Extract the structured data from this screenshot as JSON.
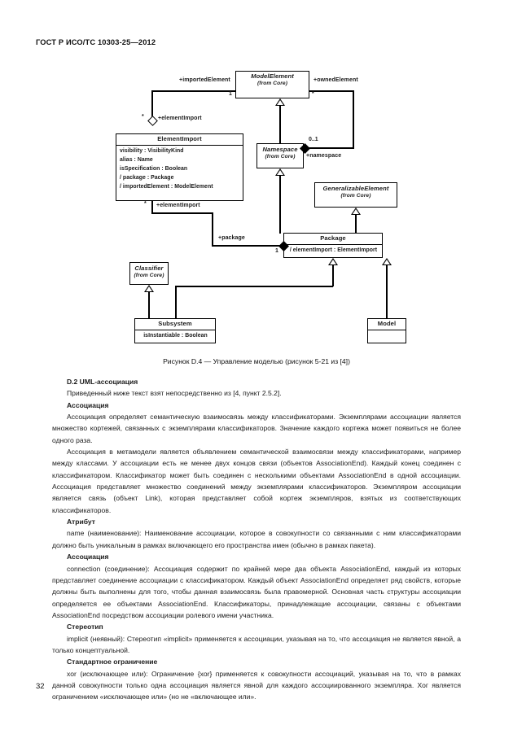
{
  "document": {
    "header": "ГОСТ Р ИСО/ТС 10303-25—2012",
    "page_number": "32"
  },
  "figure": {
    "caption": "Рисунок D.4 — Управление моделью (рисунок 5-21 из [4])",
    "classes": {
      "model_element": {
        "name": "ModelElement",
        "from": "(from Core)"
      },
      "namespace": {
        "name": "Namespace",
        "from": "(from Core)"
      },
      "generalizable_element": {
        "name": "GeneralizableElement",
        "from": "(from Core)"
      },
      "classifier": {
        "name": "Classifier",
        "from": "(from Core)"
      },
      "element_import": {
        "name": "ElementImport",
        "attributes": [
          "visibility : VisibilityKind",
          "alias : Name",
          "isSpecification : Boolean",
          "/ package : Package",
          "/ importedElement : ModelElement"
        ]
      },
      "package": {
        "name": "Package",
        "attributes": [
          "/ elementImport : ElementImport"
        ]
      },
      "subsystem": {
        "name": "Subsystem",
        "attributes": [
          "isInstantiable : Boolean"
        ]
      },
      "model": {
        "name": "Model",
        "attributes": []
      }
    },
    "labels": {
      "imported_element": "+importedElement",
      "owned_element": "+ownedElement",
      "element_import_top": "+elementImport",
      "element_import_bottom": "+elementImport",
      "namespace_role": "+namespace",
      "package_role": "+package"
    },
    "multiplicities": {
      "model_element_left": "1",
      "model_element_right": "*",
      "element_import_top": "*",
      "element_import_bottom": "*",
      "namespace_right": "0..1",
      "package_left": "1"
    }
  },
  "section": {
    "heading": "D.2 UML-ассоциация",
    "intro": "Приведенный ниже текст взят непосредственно из [4, пункт 2.5.2].",
    "blocks": [
      {
        "heading": "Ассоциация",
        "paragraphs": [
          "Ассоциация определяет семантическую взаимосвязь между классификаторами. Экземплярами ассоциации является множество кортежей, связанных с экземплярами классификаторов. Значение каждого кортежа может появиться не более одного раза.",
          "Ассоциация в метамодели является объявлением семантической взаимосвязи между классификаторами, например между классами. У ассоциации есть не менее двух концов связи (объектов AssociationEnd). Каждый конец соединен с классификатором. Классификатор может быть соединен с несколькими объектами AssociationEnd в одной ассоциации. Ассоциация представляет множество соединений между экземплярами классификаторов. Экземпляром ассоциации является связь (объект Link), которая представляет собой кортеж экземпляров, взятых из соответствующих классификаторов."
        ]
      },
      {
        "heading": "Атрибут",
        "paragraphs": [
          "name (наименование): Наименование ассоциации, которое в совокупности со связанными с ним классификаторами должно быть уникальным в рамках включающего его пространства имен (обычно в рамках пакета)."
        ]
      },
      {
        "heading": "Ассоциация",
        "paragraphs": [
          "connection (соединение): Ассоциация содержит по крайней мере два объекта AssociationEnd, каждый из которых представляет соединение ассоциации с классификатором. Каждый объект AssociationEnd определяет ряд свойств, которые должны быть выполнены для того, чтобы данная взаимосвязь была правомерной. Основная часть структуры ассоциации определяется ее объектами AssociationEnd. Классификаторы, принадлежащие ассоциации, связаны с объектами AssociationEnd посредством ассоциации ролевого имени участника."
        ]
      },
      {
        "heading": "Стереотип",
        "paragraphs": [
          "implicit (неявный): Стереотип «implicit» применяется к ассоциации, указывая на то, что ассоциация не является явной, а только концептуальной."
        ]
      },
      {
        "heading": "Стандартное ограничение",
        "paragraphs": [
          "xor (исключающее или): Ограничение {xor} применяется к совокупности ассоциаций, указывая на то, что в рамках данной совокупности только одна ассоциация является явной для каждого ассоциированного экземпляра. Хог является ограничением «исключающее или» (но не «включающее или»."
        ]
      }
    ]
  }
}
